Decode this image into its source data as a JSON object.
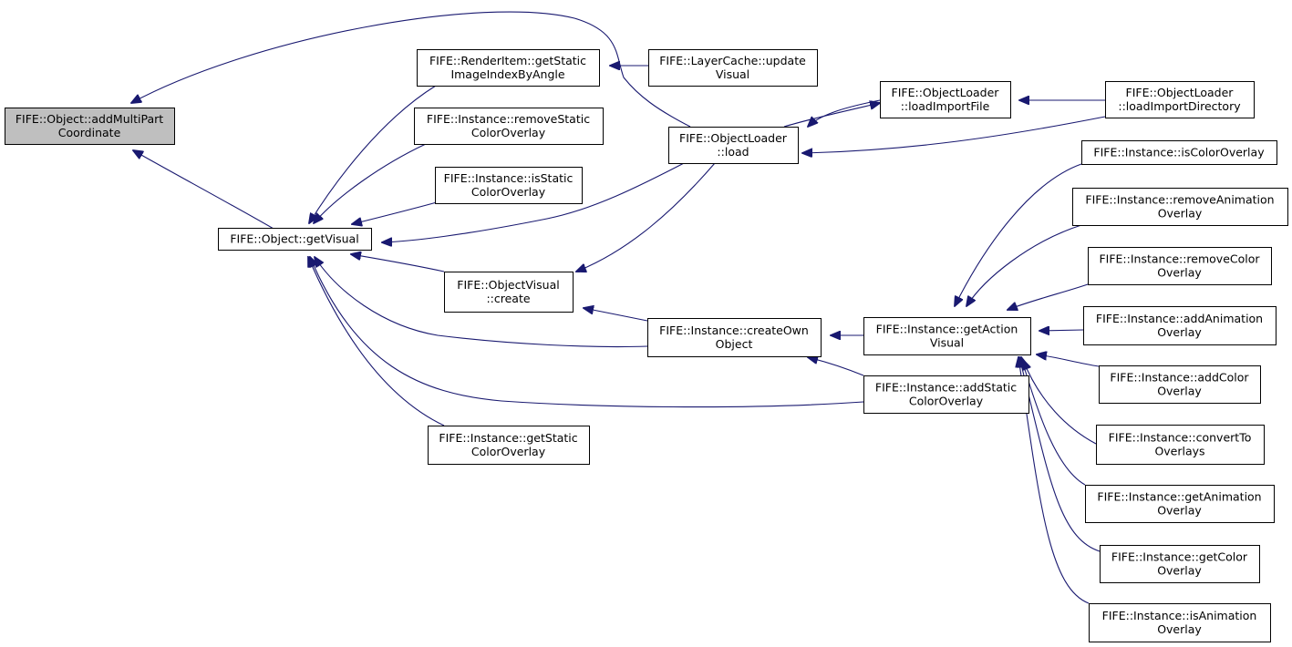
{
  "diagram": {
    "edge_color": "#191970",
    "node_fill": "#ffffff",
    "highlight_fill": "#bfbfbf",
    "nodes": [
      {
        "id": "addMultiPart",
        "lines": [
          "FIFE::Object::addMultiPart",
          "Coordinate"
        ],
        "highlight": true
      },
      {
        "id": "getVisual",
        "lines": [
          "FIFE::Object::getVisual"
        ]
      },
      {
        "id": "getStaticImageIndexByAngle",
        "lines": [
          "FIFE::RenderItem::getStatic",
          "ImageIndexByAngle"
        ]
      },
      {
        "id": "removeStaticColorOverlay",
        "lines": [
          "FIFE::Instance::removeStatic",
          "ColorOverlay"
        ]
      },
      {
        "id": "isStaticColorOverlay",
        "lines": [
          "FIFE::Instance::isStatic",
          "ColorOverlay"
        ]
      },
      {
        "id": "ovCreate",
        "lines": [
          "FIFE::ObjectVisual",
          "::create"
        ]
      },
      {
        "id": "getStaticColorOverlay",
        "lines": [
          "FIFE::Instance::getStatic",
          "ColorOverlay"
        ]
      },
      {
        "id": "layerCacheUpdate",
        "lines": [
          "FIFE::LayerCache::update",
          "Visual"
        ]
      },
      {
        "id": "olLoad",
        "lines": [
          "FIFE::ObjectLoader",
          "::load"
        ]
      },
      {
        "id": "createOwnObject",
        "lines": [
          "FIFE::Instance::createOwn",
          "Object"
        ]
      },
      {
        "id": "loadImportFile",
        "lines": [
          "FIFE::ObjectLoader",
          "::loadImportFile"
        ]
      },
      {
        "id": "loadImportDirectory",
        "lines": [
          "FIFE::ObjectLoader",
          "::loadImportDirectory"
        ]
      },
      {
        "id": "getActionVisual",
        "lines": [
          "FIFE::Instance::getAction",
          "Visual"
        ]
      },
      {
        "id": "addStaticColorOverlay",
        "lines": [
          "FIFE::Instance::addStatic",
          "ColorOverlay"
        ]
      },
      {
        "id": "isColorOverlay",
        "lines": [
          "FIFE::Instance::isColorOverlay"
        ]
      },
      {
        "id": "removeAnimationOverlay",
        "lines": [
          "FIFE::Instance::removeAnimation",
          "Overlay"
        ]
      },
      {
        "id": "removeColorOverlay",
        "lines": [
          "FIFE::Instance::removeColor",
          "Overlay"
        ]
      },
      {
        "id": "addAnimationOverlay",
        "lines": [
          "FIFE::Instance::addAnimation",
          "Overlay"
        ]
      },
      {
        "id": "addColorOverlay",
        "lines": [
          "FIFE::Instance::addColor",
          "Overlay"
        ]
      },
      {
        "id": "convertToOverlays",
        "lines": [
          "FIFE::Instance::convertTo",
          "Overlays"
        ]
      },
      {
        "id": "getAnimationOverlay",
        "lines": [
          "FIFE::Instance::getAnimation",
          "Overlay"
        ]
      },
      {
        "id": "getColorOverlay",
        "lines": [
          "FIFE::Instance::getColor",
          "Overlay"
        ]
      },
      {
        "id": "isAnimationOverlay",
        "lines": [
          "FIFE::Instance::isAnimation",
          "Overlay"
        ]
      }
    ],
    "edges": [
      {
        "id": "e1",
        "from": "getVisual",
        "to": "addMultiPart"
      },
      {
        "id": "e2",
        "from": "olLoad",
        "to": "addMultiPart"
      },
      {
        "id": "e3",
        "from": "getStaticImageIndexByAngle",
        "to": "getVisual"
      },
      {
        "id": "e4",
        "from": "removeStaticColorOverlay",
        "to": "getVisual"
      },
      {
        "id": "e5",
        "from": "isStaticColorOverlay",
        "to": "getVisual"
      },
      {
        "id": "e6",
        "from": "olLoad",
        "to": "getVisual"
      },
      {
        "id": "e7",
        "from": "ovCreate",
        "to": "getVisual"
      },
      {
        "id": "e8",
        "from": "createOwnObject",
        "to": "getVisual"
      },
      {
        "id": "e9",
        "from": "addStaticColorOverlay",
        "to": "getVisual"
      },
      {
        "id": "e10",
        "from": "getStaticColorOverlay",
        "to": "getVisual"
      },
      {
        "id": "e11",
        "from": "layerCacheUpdate",
        "to": "getStaticImageIndexByAngle"
      },
      {
        "id": "e12",
        "from": "olLoad",
        "to": "ovCreate"
      },
      {
        "id": "e13",
        "from": "createOwnObject",
        "to": "ovCreate"
      },
      {
        "id": "e14",
        "from": "loadImportFile",
        "to": "olLoad"
      },
      {
        "id": "e15",
        "from": "loadImportDirectory",
        "to": "olLoad"
      },
      {
        "id": "e16",
        "from": "olLoad",
        "to": "loadImportFile"
      },
      {
        "id": "e17",
        "from": "loadImportDirectory",
        "to": "loadImportFile"
      },
      {
        "id": "e18",
        "from": "getActionVisual",
        "to": "createOwnObject"
      },
      {
        "id": "e19",
        "from": "addStaticColorOverlay",
        "to": "createOwnObject"
      },
      {
        "id": "e20",
        "from": "isColorOverlay",
        "to": "getActionVisual"
      },
      {
        "id": "e21",
        "from": "removeAnimationOverlay",
        "to": "getActionVisual"
      },
      {
        "id": "e22",
        "from": "removeColorOverlay",
        "to": "getActionVisual"
      },
      {
        "id": "e23",
        "from": "addAnimationOverlay",
        "to": "getActionVisual"
      },
      {
        "id": "e24",
        "from": "addColorOverlay",
        "to": "getActionVisual"
      },
      {
        "id": "e25",
        "from": "convertToOverlays",
        "to": "getActionVisual"
      },
      {
        "id": "e26",
        "from": "getAnimationOverlay",
        "to": "getActionVisual"
      },
      {
        "id": "e27",
        "from": "getColorOverlay",
        "to": "getActionVisual"
      },
      {
        "id": "e28",
        "from": "isAnimationOverlay",
        "to": "getActionVisual"
      }
    ]
  }
}
